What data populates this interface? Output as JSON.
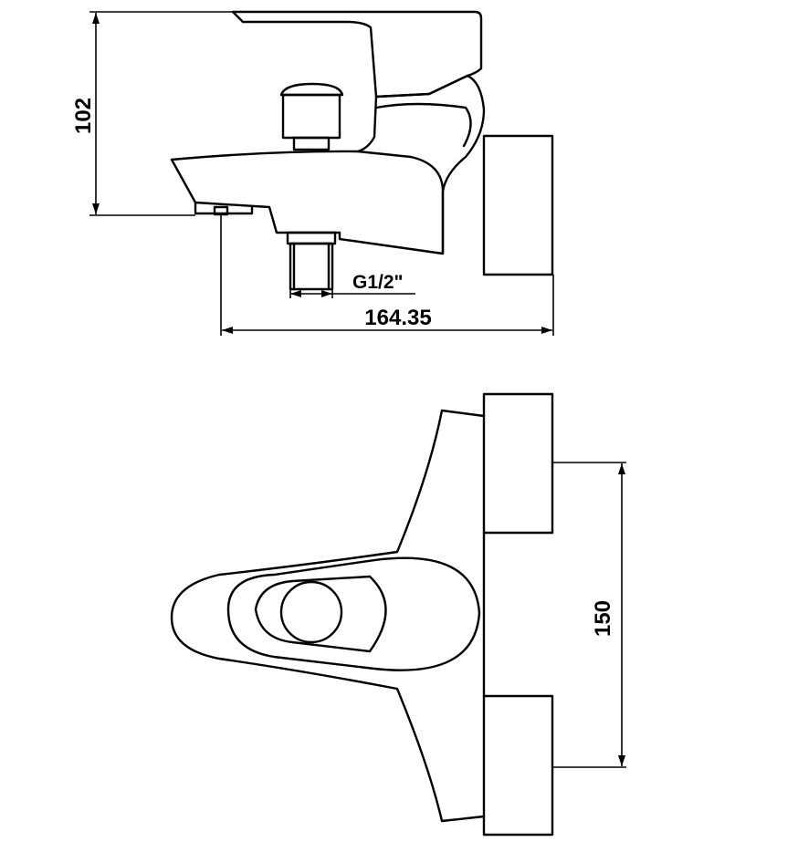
{
  "dimensions": {
    "height": "102",
    "length": "164.35",
    "thread": "G1/2\"",
    "spacing": "150"
  },
  "colors": {
    "stroke": "#000000",
    "background": "#ffffff"
  }
}
